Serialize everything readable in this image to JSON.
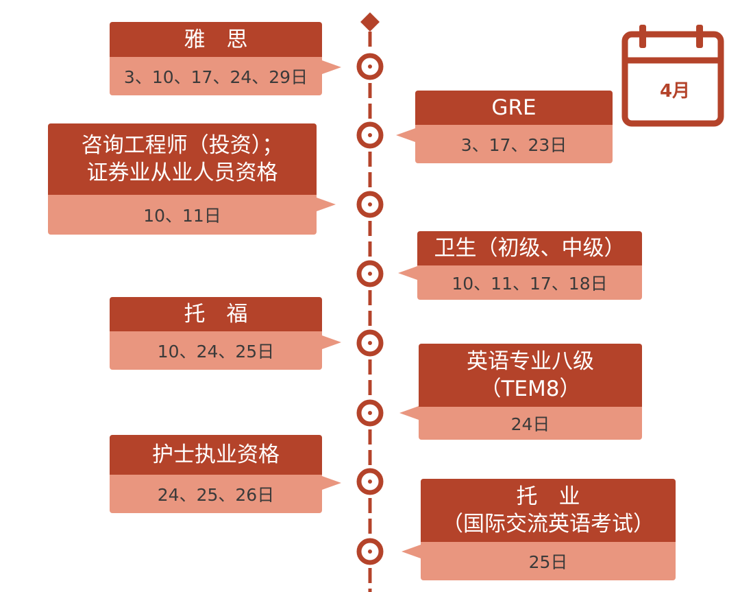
{
  "calendar": {
    "month": "4月",
    "color": "#B4432A"
  },
  "colors": {
    "header": "#B4432A",
    "body": "#E9967F",
    "line": "#B4432A"
  },
  "events": [
    {
      "title": "雅　思",
      "dates": "3、10、17、24、29日"
    },
    {
      "title": "GRE",
      "dates": "3、17、23日"
    },
    {
      "title": "咨询工程师（投资）；\n证券业从业人员资格",
      "dates": "10、11日"
    },
    {
      "title": "卫生（初级、中级）",
      "dates": "10、11、17、18日"
    },
    {
      "title": "托　福",
      "dates": "10、24、25日"
    },
    {
      "title": "英语专业八级\n（TEM8）",
      "dates": "24日"
    },
    {
      "title": "护士执业资格",
      "dates": "24、25、26日"
    },
    {
      "title": "托　业\n（国际交流英语考试）",
      "dates": "25日"
    }
  ]
}
